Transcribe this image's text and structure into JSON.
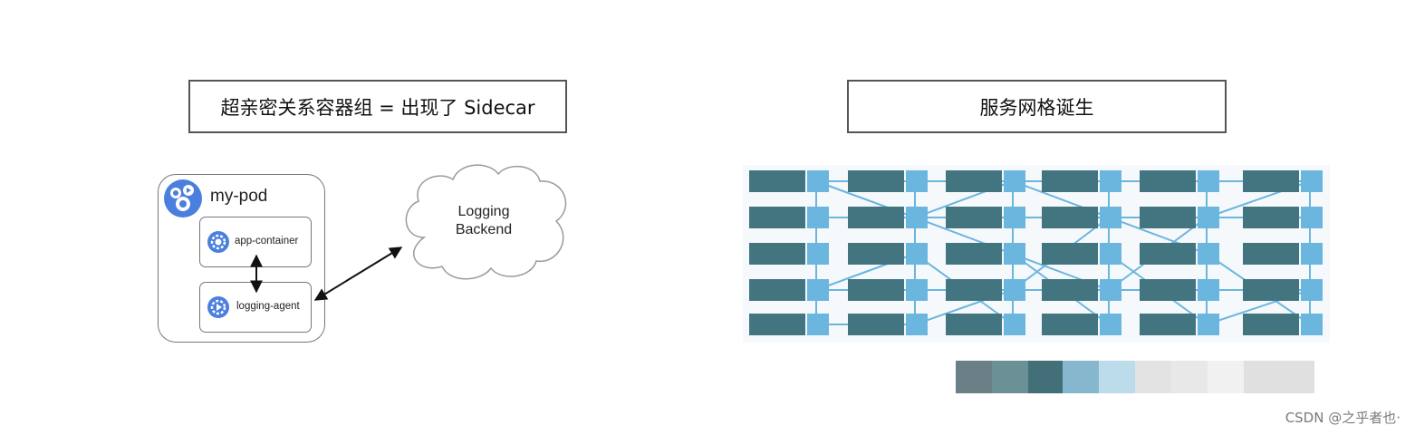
{
  "left_panel": {
    "title": "超亲密关系容器组 = 出现了 Sidecar",
    "pod_name": "my-pod",
    "containers": [
      "app-container",
      "logging-agent"
    ],
    "cloud_label_line1": "Logging",
    "cloud_label_line2": "Backend"
  },
  "right_panel": {
    "title": "服务网格诞生",
    "service_color": "#437580",
    "sidecar_color": "#6bb6df",
    "link_color": "#6bb6df",
    "legend_swatches": [
      "#6a8086",
      "#6b9197",
      "#437078",
      "#87b6cf",
      "#bcdcec",
      "#e3e3e3",
      "#e8e8e8",
      "#f1f1f1",
      "#e0e0e0"
    ]
  },
  "watermark": "CSDN @之乎者也·"
}
